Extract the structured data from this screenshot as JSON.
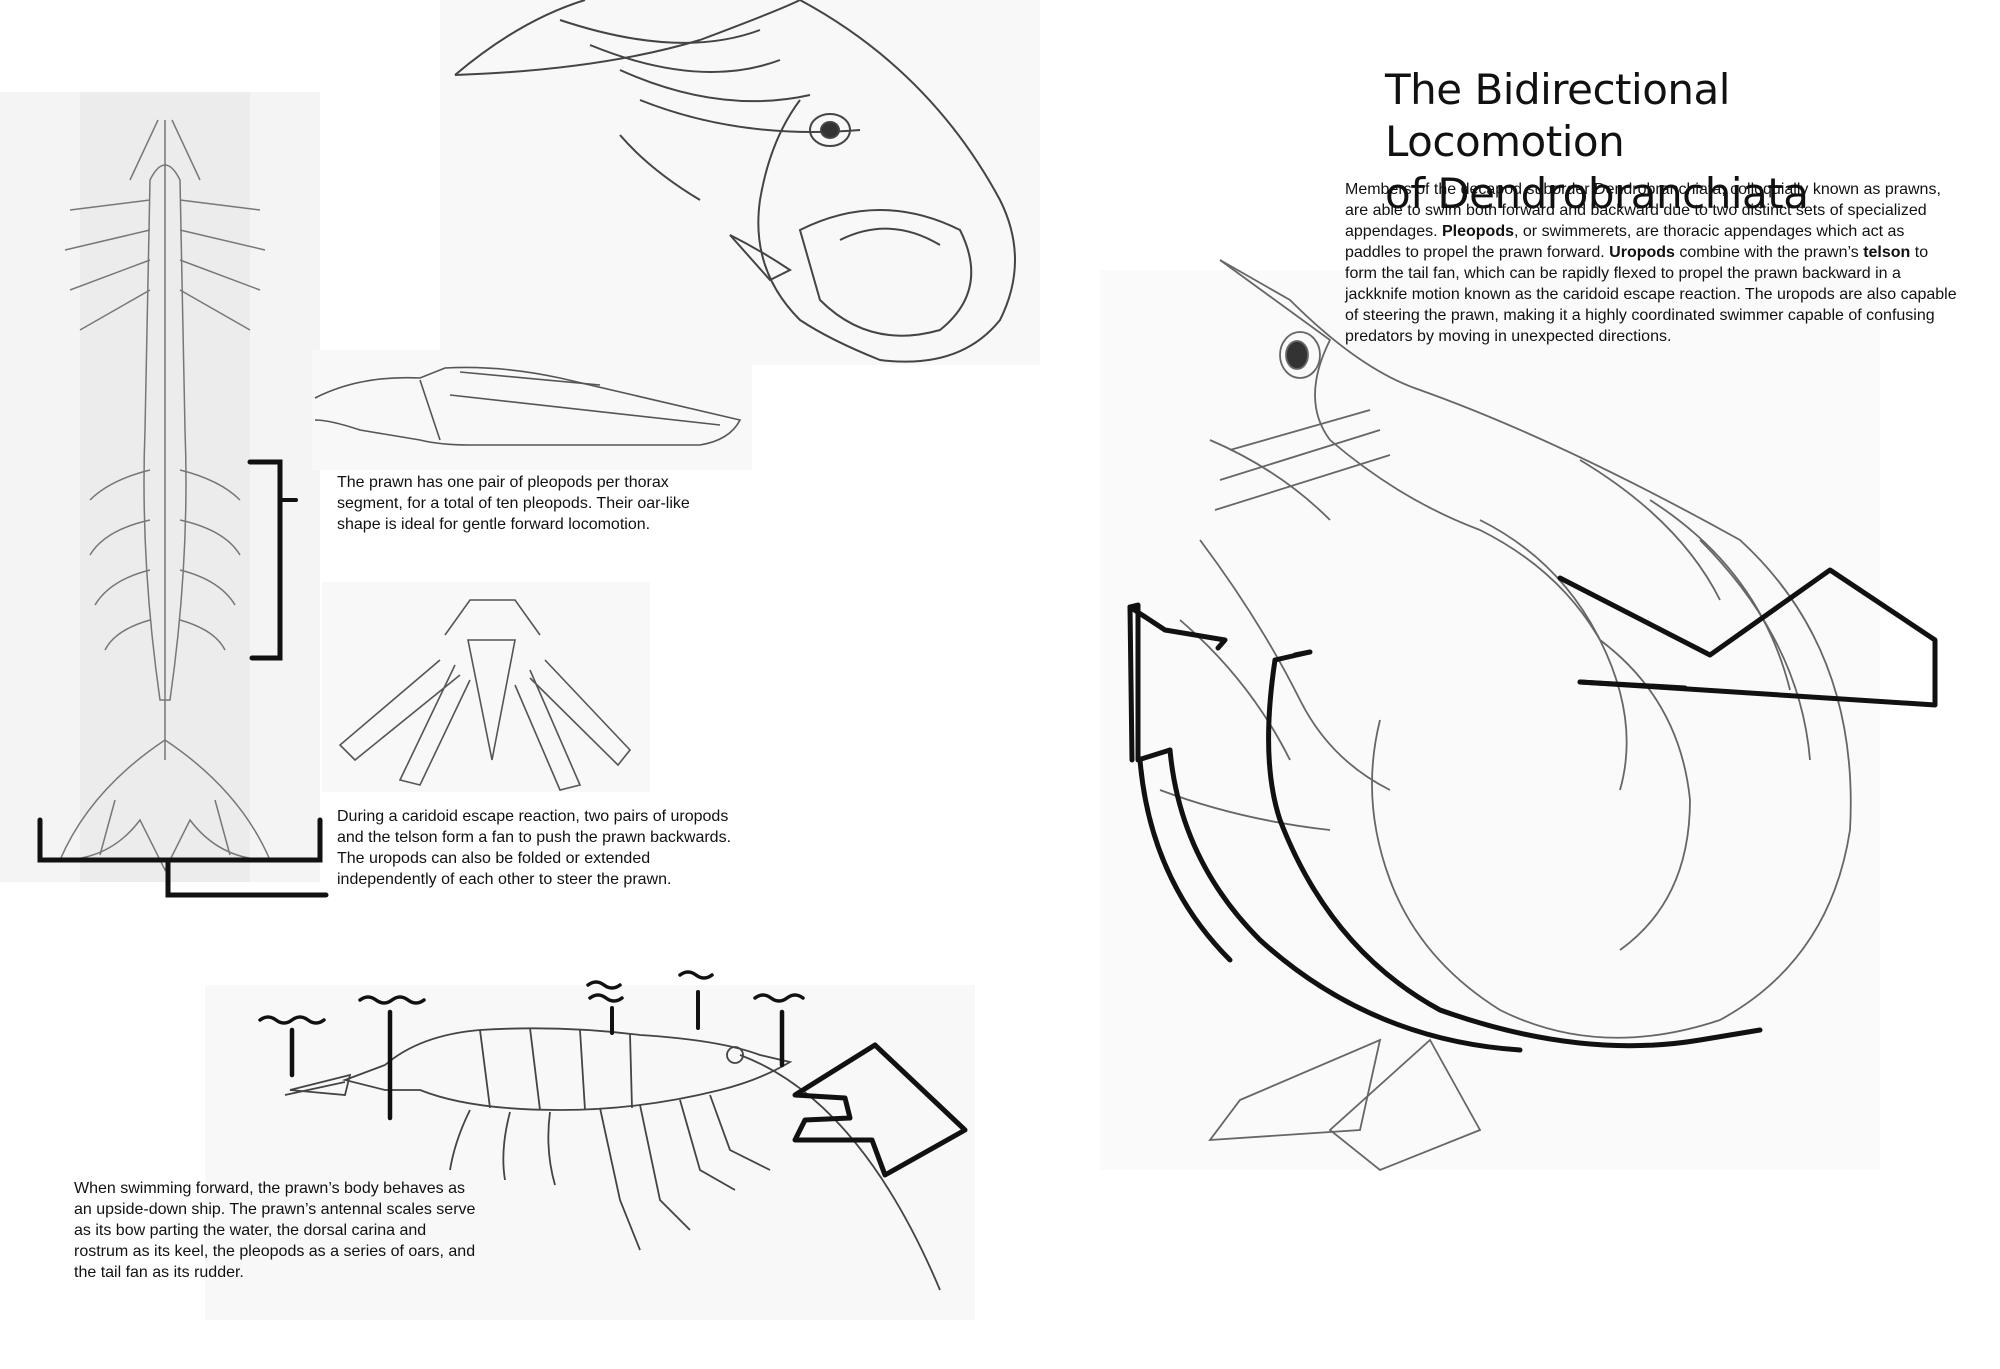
{
  "title": {
    "line1": "The Bidirectional Locomotion",
    "line2": "of Dendrobranchiata"
  },
  "intro": {
    "t1": "Members of the decapod suborder Dendrobranchiata, colloquially known as prawns, are able to swim both forward and backward due to two distinct sets of specialized appendages. ",
    "b1": "Pleopods",
    "t2": ", or swimmerets, are thoracic appendages which act as paddles to propel the prawn forward. ",
    "b2": "Uropods",
    "t3": " combine with the prawn’s ",
    "b3": "telson",
    "t4": " to form the tail fan, which can be rapidly flexed to propel the prawn backward in a jackknife motion known as the caridoid escape reaction. The uropods are also capable of steering the prawn, making it a highly coordinated swimmer capable of confusing predators by moving in unexpected directions."
  },
  "captions": {
    "pleopod": "The prawn has one pair of pleopods per thorax segment, for a total of ten pleopods. Their oar-like shape is ideal for gentle forward locomotion.",
    "uropod": "During a caridoid escape reaction, two pairs of uropods and the telson form a fan to push the prawn backwards. The uropods can also be folded or extended independently of each other to steer the prawn.",
    "swim": "When swimming forward, the prawn’s body behaves as an upside-down ship. The prawn’s antennal scales serve as its bow parting the water, the dorsal carina and rostrum as its keel, the pleopods as a series of oars, and the tail fan as its rudder."
  },
  "colors": {
    "ink": "#111111",
    "pencil": "#8a8a8a",
    "paper": "#f4f4f4"
  }
}
